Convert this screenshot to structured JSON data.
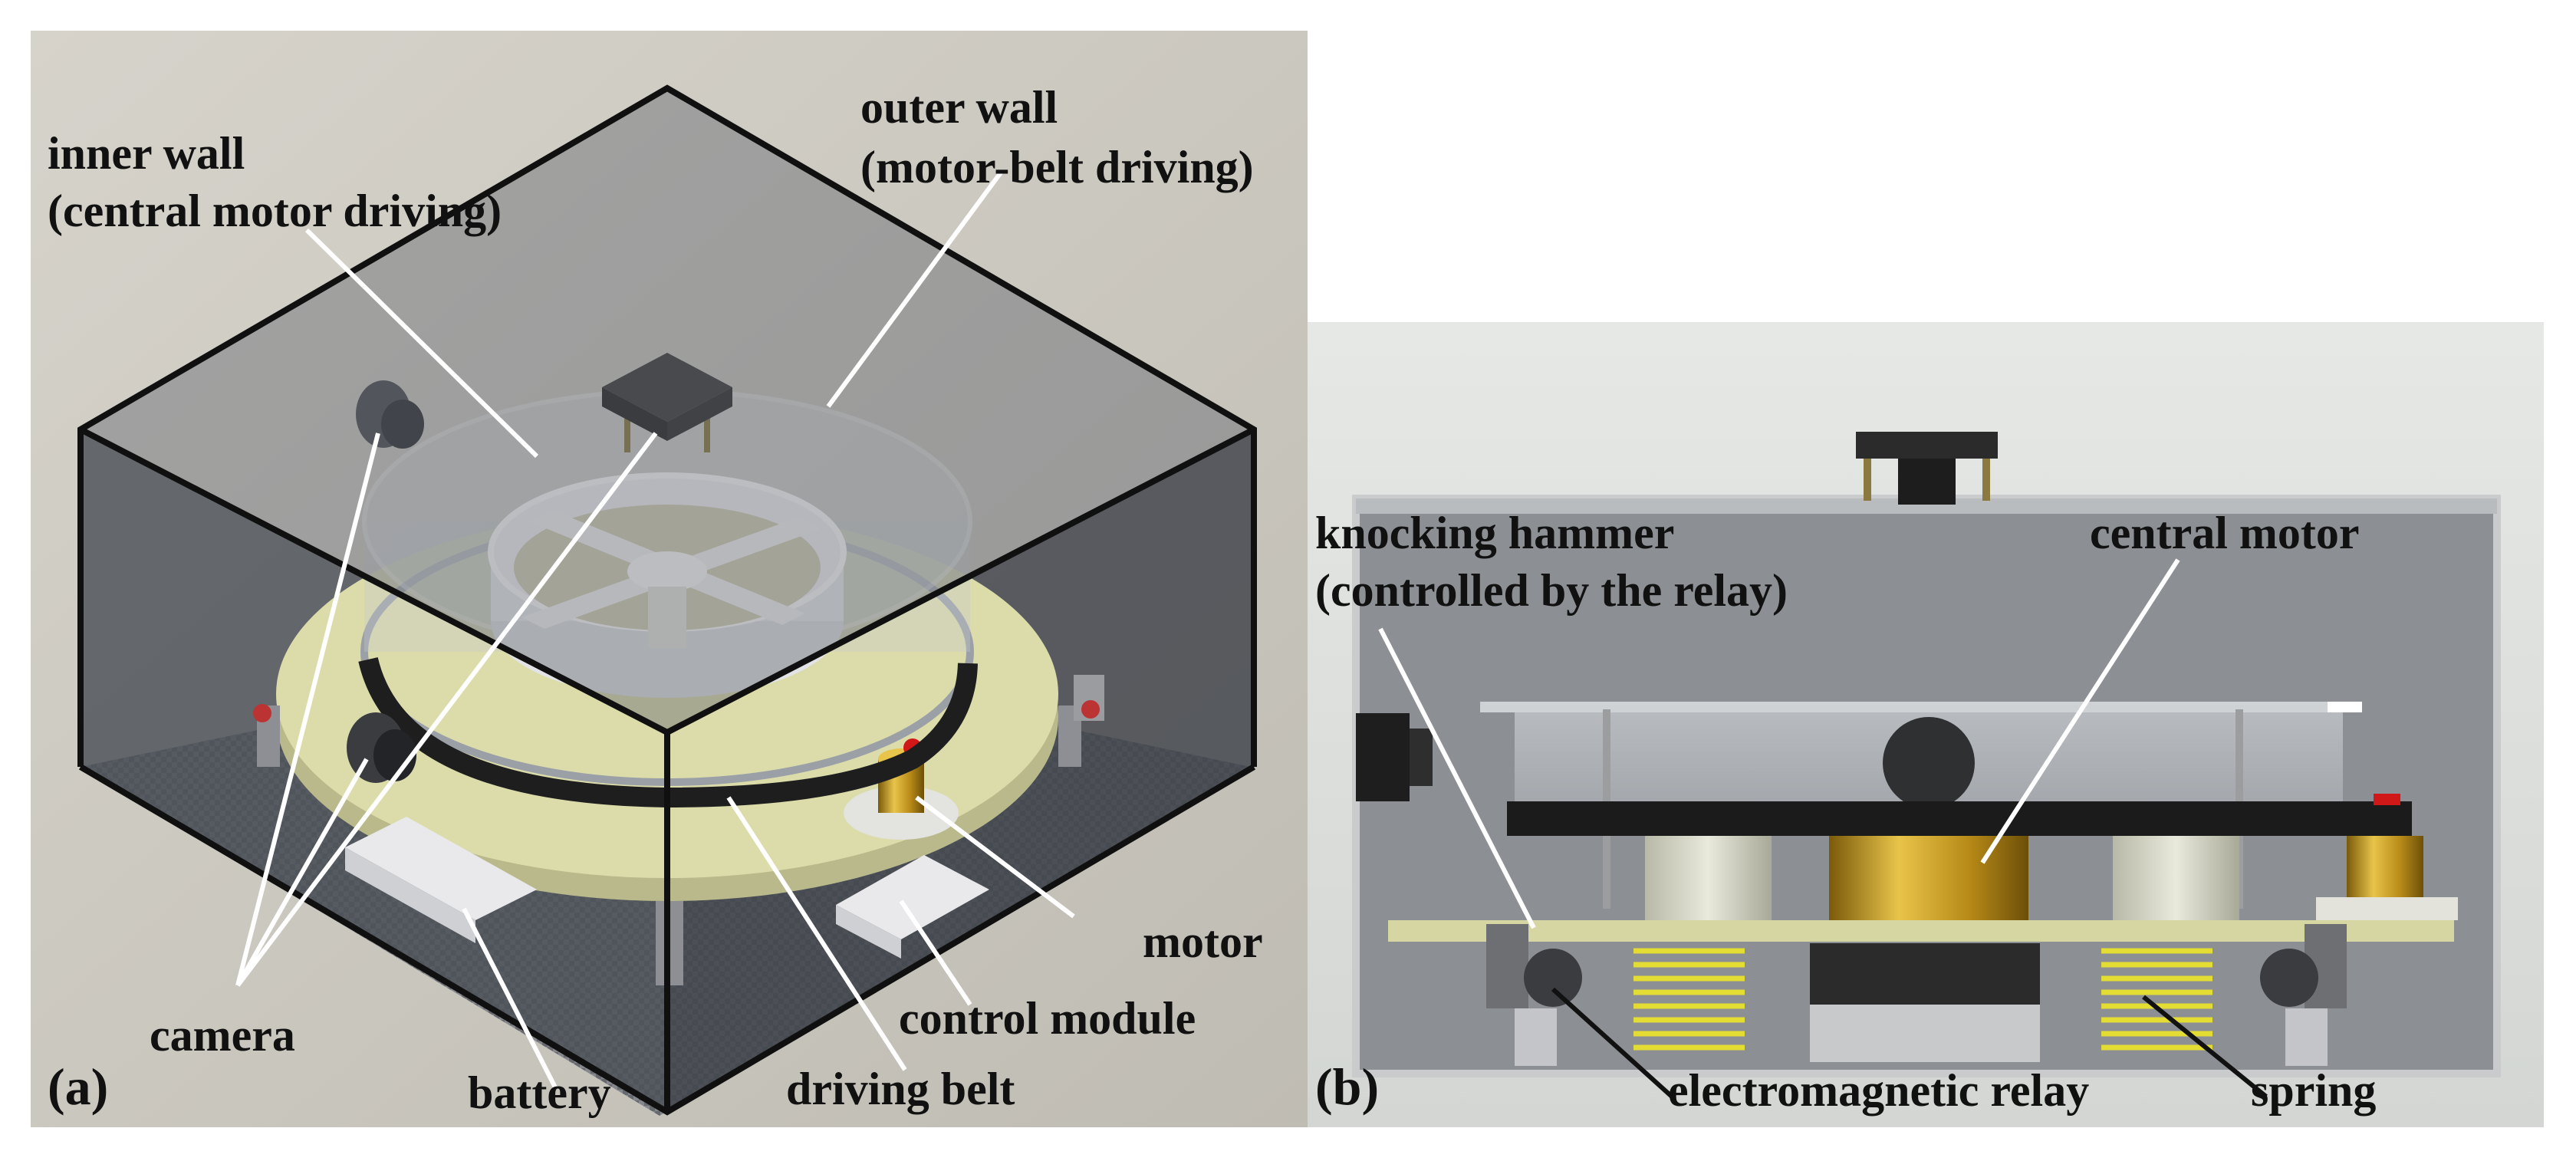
{
  "panel_a": {
    "tag": "(a)",
    "labels": {
      "inner_wall_1": "inner wall",
      "inner_wall_2": "(central motor driving)",
      "outer_wall_1": "outer wall",
      "outer_wall_2": "(motor-belt driving)",
      "motor": "motor",
      "control_module": "control module",
      "camera": "camera",
      "battery": "battery",
      "driving_belt": "driving belt"
    }
  },
  "panel_b": {
    "tag": "(b)",
    "labels": {
      "knocking_hammer_1": "knocking hammer",
      "knocking_hammer_2": "(controlled by the relay)",
      "central_motor": "central motor",
      "electromagnetic_relay": "electromagnetic relay",
      "spring": "spring"
    }
  },
  "colors": {
    "background_a": "#cfccc4",
    "background_b": "#dfe1df",
    "base_plate": "#dcdcab",
    "acrylic_box": "#4a4d55",
    "brass": "#c6a32a",
    "spring": "#e3dc33",
    "belt": "#1e1e1e",
    "leader_lines": "#ffffff"
  }
}
